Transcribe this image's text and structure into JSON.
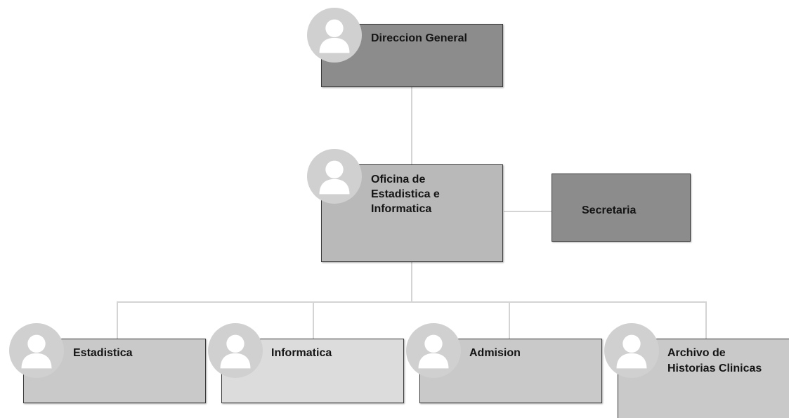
{
  "diagram": {
    "root": {
      "label": "Direccion General"
    },
    "office": {
      "label_lines": [
        "Oficina de",
        "Estadistica e",
        "Informatica"
      ]
    },
    "secretary": {
      "label": "Secretaria"
    },
    "children": [
      {
        "label_lines": [
          "Estadistica"
        ]
      },
      {
        "label_lines": [
          "Informatica"
        ]
      },
      {
        "label_lines": [
          "Admision"
        ]
      },
      {
        "label_lines": [
          "Archivo de",
          "Historias Clinicas"
        ]
      }
    ]
  },
  "colors": {
    "node_dark": "#8c8c8c",
    "node_mid": "#b9b9b9",
    "node_light": "#c9c9c9",
    "node_lighter": "#dcdcdc",
    "connector": "#d4d4d4",
    "avatar_bg": "#d0d0d0",
    "avatar_fg": "#ffffff"
  },
  "icons": {
    "avatar": "person-icon"
  }
}
